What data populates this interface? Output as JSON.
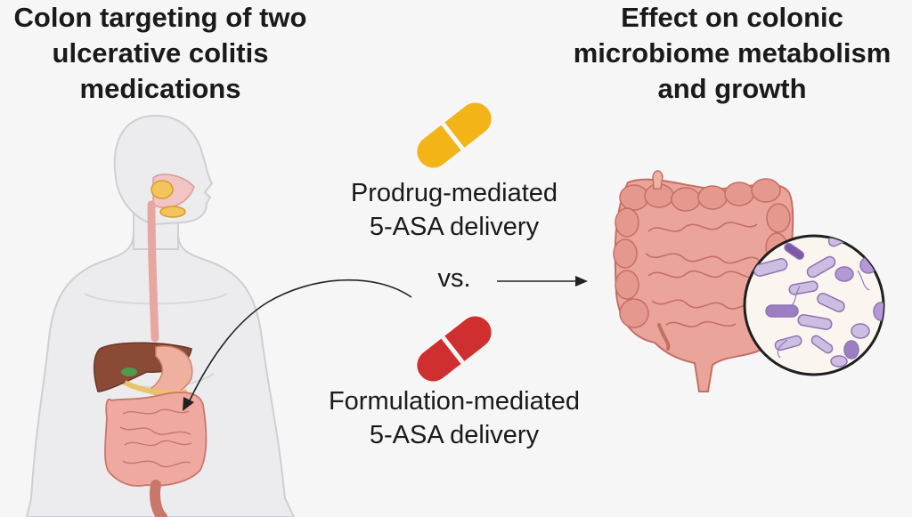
{
  "left_title": [
    "Colon targeting of two",
    "ulcerative colitis",
    "medications"
  ],
  "right_title": [
    "Effect on colonic",
    "microbiome metabolism",
    "and growth"
  ],
  "prodrug": {
    "lines": [
      "Prodrug-mediated",
      "5-ASA delivery"
    ],
    "pill_color": "#f2b417"
  },
  "vs": "vs.",
  "formulation": {
    "lines": [
      "Formulation-mediated",
      "5-ASA delivery"
    ],
    "pill_color": "#cf2f2f"
  }
}
